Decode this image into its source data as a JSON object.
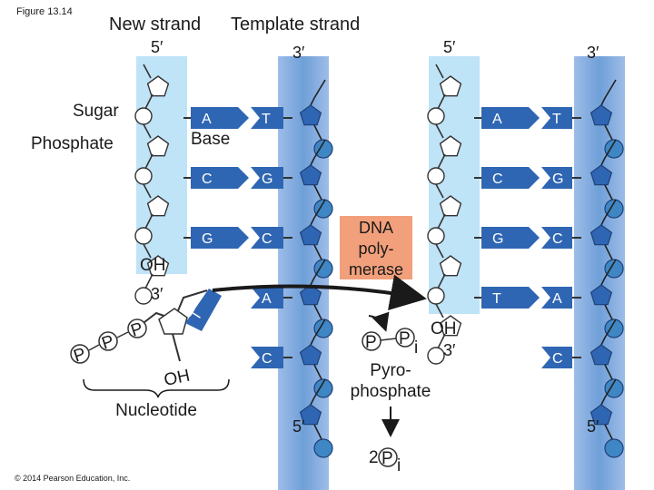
{
  "figure_label": "Figure 13.14",
  "copyright": "© 2014 Pearson Education, Inc.",
  "labels": {
    "new_strand": "New strand",
    "template_strand": "Template strand",
    "sugar": "Sugar",
    "phosphate": "Phosphate",
    "base": "Base",
    "nucleotide": "Nucleotide",
    "pyrophosphate_line1": "Pyro-",
    "pyrophosphate_line2": "phosphate",
    "polymerase_line1": "DNA",
    "polymerase_line2": "poly-",
    "polymerase_line3": "merase",
    "oh": "OH",
    "two": "2"
  },
  "ends": {
    "left_new_5": "5′",
    "left_template_3": "3′",
    "right_new_5": "5′",
    "right_template_3": "3′",
    "left_new_3": "3′",
    "right_new_3": "3′",
    "left_template_5": "5′",
    "right_template_5": "5′"
  },
  "left_pairs": [
    {
      "new": "A",
      "template": "T"
    },
    {
      "new": "C",
      "template": "G"
    },
    {
      "new": "G",
      "template": "C"
    },
    {
      "new": "",
      "template": "A"
    },
    {
      "new": "",
      "template": "C"
    }
  ],
  "right_pairs": [
    {
      "new": "A",
      "template": "T"
    },
    {
      "new": "C",
      "template": "G"
    },
    {
      "new": "G",
      "template": "C"
    },
    {
      "new": "T",
      "template": "A"
    },
    {
      "new": "",
      "template": "C"
    }
  ],
  "incoming_base": "T",
  "phosphate_symbol": "P",
  "phosphate_subscript": "i",
  "colors": {
    "new_strand_band": "#bfe3f7",
    "template_band": "#6f9fd8",
    "template_band_edge": "#a9c6ec",
    "sugar_fill": "#ffffff",
    "phosphate_fill": "#3f86c4",
    "base_fill": "#2f66b3",
    "polymerase_fill": "#f2a07b",
    "arrow": "#1a1a1a"
  }
}
